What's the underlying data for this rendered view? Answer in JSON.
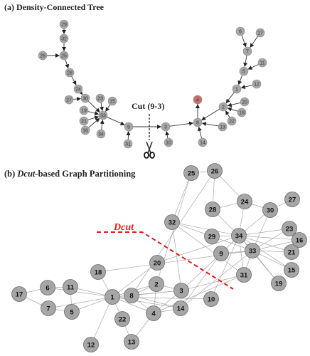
{
  "panel_a": {
    "title": "(a) Density-Connected Tree",
    "cut_label": "Cut (9-3)",
    "nodes": [
      "29",
      "32",
      "26",
      "25",
      "28",
      "24",
      "27",
      "30",
      "23",
      "15",
      "19",
      "21",
      "16",
      "33",
      "34",
      "31",
      "9",
      "3",
      "10",
      "8",
      "14",
      "13",
      "22",
      "18",
      "2",
      "20",
      "12",
      "1",
      "11",
      "5",
      "7",
      "6",
      "17",
      "4"
    ],
    "highlight_node": "4",
    "highlight_color": "#c9706f",
    "node_color": "#a7a7a7"
  },
  "panel_b": {
    "title_prefix": "(b) ",
    "title_italic": "Dcut",
    "title_suffix": "-based Graph Partitioning",
    "dcut_label": "Dcut",
    "dcut_color": "#e01b1b",
    "node_color": "#a6a6a6",
    "nodes": [
      "25",
      "26",
      "24",
      "27",
      "28",
      "30",
      "32",
      "29",
      "34",
      "23",
      "16",
      "9",
      "33",
      "21",
      "15",
      "31",
      "19",
      "18",
      "20",
      "2",
      "3",
      "10",
      "1",
      "8",
      "14",
      "4",
      "22",
      "13",
      "12",
      "17",
      "6",
      "11",
      "7",
      "5"
    ]
  }
}
